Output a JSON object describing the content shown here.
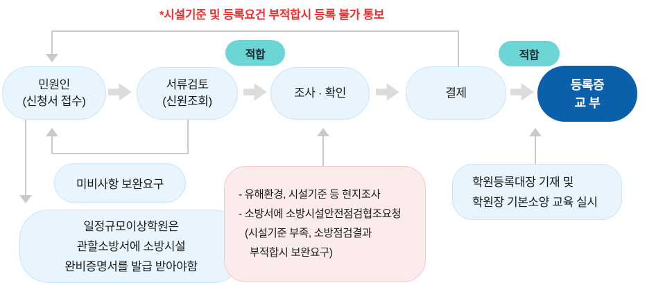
{
  "title": "*시설기준 및 등록요건 부적합시 등록 불가 통보",
  "badges": {
    "pass1": "적합",
    "pass2": "적합"
  },
  "flow": {
    "steps": [
      {
        "line1": "민원인",
        "line2": "(신청서 접수)"
      },
      {
        "line1": "서류검토",
        "line2": "(신원조회)"
      },
      {
        "line1": "조사 · 확인",
        "line2": ""
      },
      {
        "line1": "결제",
        "line2": ""
      },
      {
        "line1": "등록증",
        "line2": "교 부"
      }
    ]
  },
  "notes": {
    "supplement": "미비사항 보완요구",
    "fire_cert": {
      "line1": "일정규모이상학원은",
      "line2": "관할소방서에 소방시설",
      "line3": "완비증명서를 발급 받아야함"
    },
    "inspection": {
      "line1": "- 유해환경, 시설기준 등 현지조사",
      "line2": "- 소방서에 소방시설안전점검협조요청",
      "line3": "(시설기준 부족, 소방점검결과",
      "line4": "부적합시 보완요구)"
    },
    "registry": {
      "line1": "학원등록대장 기재 및",
      "line2": "학원장 기본소양 교육 실시"
    }
  },
  "colors": {
    "accent_red": "#f02f2c",
    "badge_teal": "#6cd6d6",
    "primary_blue": "#0b5fab",
    "node_fill": "#e8f4fe",
    "node_border": "#c9e5fb",
    "pink_fill": "#fcebeb",
    "pink_border": "#f3caca",
    "connector_gray": "#c9c9c9",
    "block_arrow_gray": "#dcdcdc"
  }
}
